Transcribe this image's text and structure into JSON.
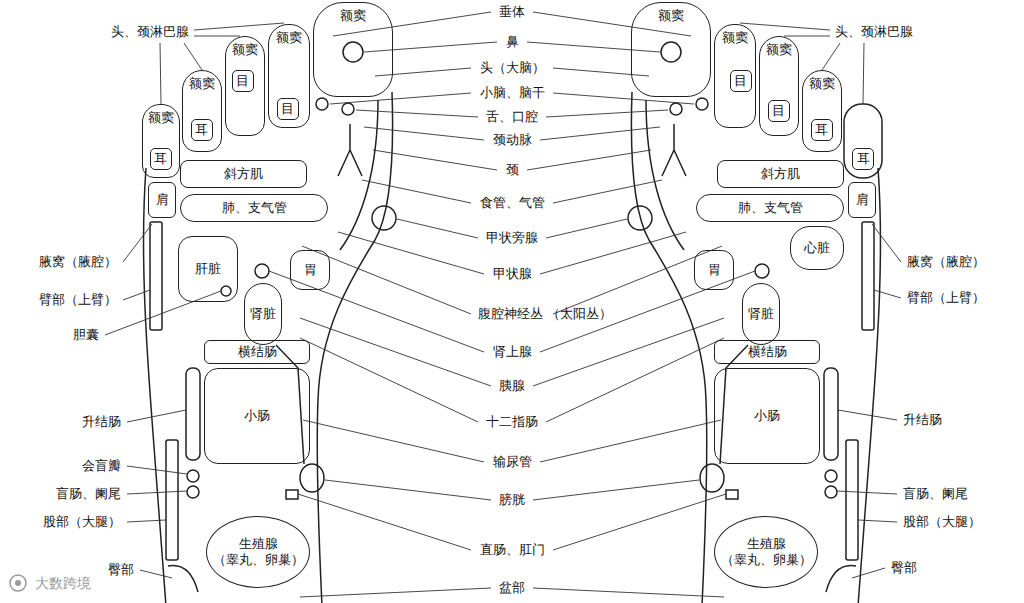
{
  "diagram": {
    "nodes": [
      {
        "text": [
          "额窦"
        ]
      },
      {
        "text": [
          "额窦"
        ]
      },
      {
        "text": [
          "目"
        ],
        "in": 1
      },
      {
        "text": [
          "额窦"
        ]
      },
      {
        "text": [
          "目"
        ],
        "in": 3
      },
      {
        "text": [
          "额窦"
        ]
      },
      {
        "text": [
          "耳"
        ],
        "in": 5
      },
      {
        "text": [
          "额窦"
        ]
      },
      {
        "text": [
          "耳"
        ],
        "in": 7
      },
      {
        "text": [
          "肩"
        ]
      },
      {
        "text": [
          "斜方肌"
        ]
      },
      {
        "text": [
          "肺、支气管"
        ]
      },
      {
        "text": [
          "肝脏"
        ]
      },
      {
        "text": [
          "肾脏"
        ]
      },
      {
        "text": [
          "胃"
        ]
      },
      {
        "text": [
          "横结肠"
        ]
      },
      {
        "text": [
          "小肠"
        ]
      },
      {
        "text": [
          "生殖腺 （睾丸、卵巢）"
        ]
      },
      {
        "text": [
          "额窦"
        ]
      },
      {
        "text": [
          "额窦"
        ]
      },
      {
        "text": [
          "目"
        ],
        "in": 19
      },
      {
        "text": [
          "额窦"
        ]
      },
      {
        "text": [
          "目"
        ],
        "in": 21
      },
      {
        "text": [
          "额窦"
        ]
      },
      {
        "text": [
          "耳"
        ],
        "in": 23
      },
      {
        "text": [
          "耳"
        ]
      },
      {
        "text": [
          "肩"
        ]
      },
      {
        "text": [
          "斜方肌"
        ]
      },
      {
        "text": [
          "肺、支气管"
        ]
      },
      {
        "text": [
          "心脏"
        ]
      },
      {
        "text": [
          "胃"
        ]
      },
      {
        "text": [
          "肾脏"
        ]
      },
      {
        "text": [
          "横结肠"
        ]
      },
      {
        "text": [
          "小肠"
        ]
      },
      {
        "text": [
          "生殖腺 （睾丸、卵巢）"
        ]
      }
    ],
    "labels": [
      "头、颈淋巴腺",
      "垂体",
      "头、颈淋巴腺",
      "鼻",
      "头（大脑）",
      "小脑、脑干",
      "舌、口腔",
      "颈动脉",
      "颈",
      "食管、气管",
      "甲状旁腺",
      "腋窝（腋腔）",
      "腋窝（腋腔）",
      "甲状腺",
      "臂部（上臂）",
      "臂部（上臂）",
      "腹腔神经丛 （太阳丛）",
      "胆囊",
      "肾上腺",
      "胰腺",
      "升结肠",
      "升结肠",
      "十二指肠",
      "输尿管",
      "会盲瓣",
      "盲肠、阑尾",
      "盲肠、阑尾",
      "膀胱",
      "股部（大腿）",
      "股部（大腿）",
      "直肠、肛门",
      "臀部",
      "臀部",
      "盆部",
      "大数跨境"
    ]
  }
}
